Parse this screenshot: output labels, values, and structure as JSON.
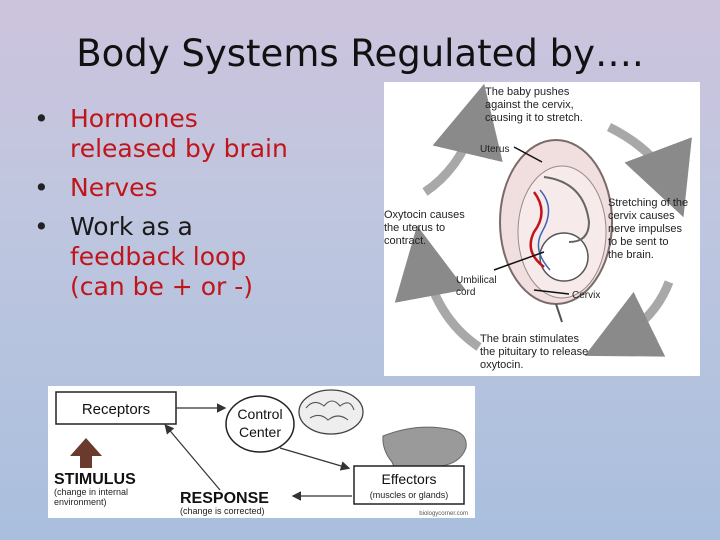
{
  "slide": {
    "title": "Body Systems Regulated by….",
    "bullets": [
      {
        "red": "Hormones",
        "rest": "released by brain"
      },
      {
        "red": "Nerves",
        "rest": ""
      },
      {
        "red_prefix": "",
        "dark": "Work as a",
        "rest": "feedback loop (can be + or -)"
      }
    ]
  },
  "labor_figure": {
    "top_text": [
      "The baby pushes",
      "against the cervix,",
      "causing it to stretch."
    ],
    "right_text": [
      "Stretching of the",
      "cervix causes",
      "nerve impulses",
      "to be sent to",
      "the brain."
    ],
    "bottom_text": [
      "The brain stimulates",
      "the pituitary to release",
      "oxytocin."
    ],
    "left_text": [
      "Oxytocin causes",
      "the uterus to",
      "contract."
    ],
    "uterus_label": "Uterus",
    "umbilical_label": [
      "Umbilical",
      "cord"
    ],
    "cervix_label": "Cervix"
  },
  "feedback_figure": {
    "receptors": "Receptors",
    "control_center": [
      "Control",
      "Center"
    ],
    "stimulus": "STIMULUS",
    "stimulus_note": [
      "(change in internal",
      "environment)"
    ],
    "response": "RESPONSE",
    "response_note": "(change is corrected)",
    "effectors": "Effectors",
    "effectors_note": "(muscles or glands)",
    "credit": "biologycorner.com"
  }
}
